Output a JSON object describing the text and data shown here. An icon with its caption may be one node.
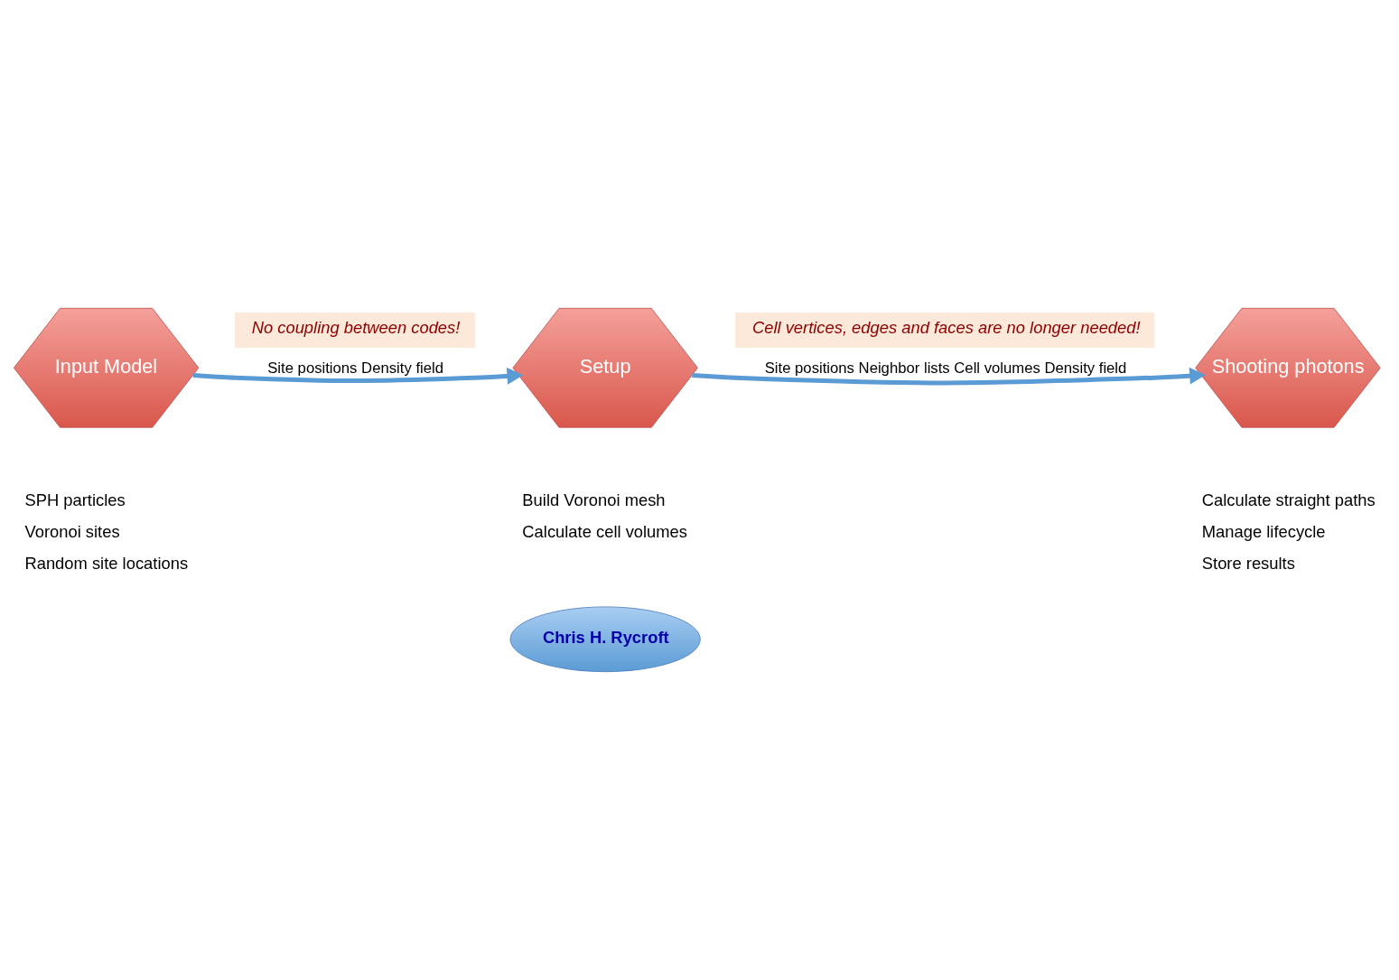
{
  "diagram": {
    "nodes": [
      {
        "text": [
          "Input Model"
        ]
      },
      {
        "text": [
          "No coupling between codes!"
        ]
      },
      {
        "text": [
          "Setup"
        ]
      },
      {
        "text": [
          "Cell vertices, edges and faces are no longer needed!"
        ]
      },
      {
        "text": [
          "Shooting photons"
        ]
      },
      {
        "text": [
          "Chris H. Rycroft"
        ]
      }
    ],
    "edges": [
      {
        "from": 0,
        "to": 2,
        "arrow": "to",
        "label": "Site positions Density field"
      },
      {
        "from": 2,
        "to": 4,
        "arrow": "to",
        "label": "Site positions Neighbor lists Cell volumes Density field"
      }
    ],
    "labels": [
      "SPH particles",
      "Build Voronoi mesh",
      "Calculate straight paths",
      "Voronoi sites",
      "Calculate cell volumes",
      "Manage lifecycle",
      "Random site locations",
      "Store results"
    ]
  }
}
